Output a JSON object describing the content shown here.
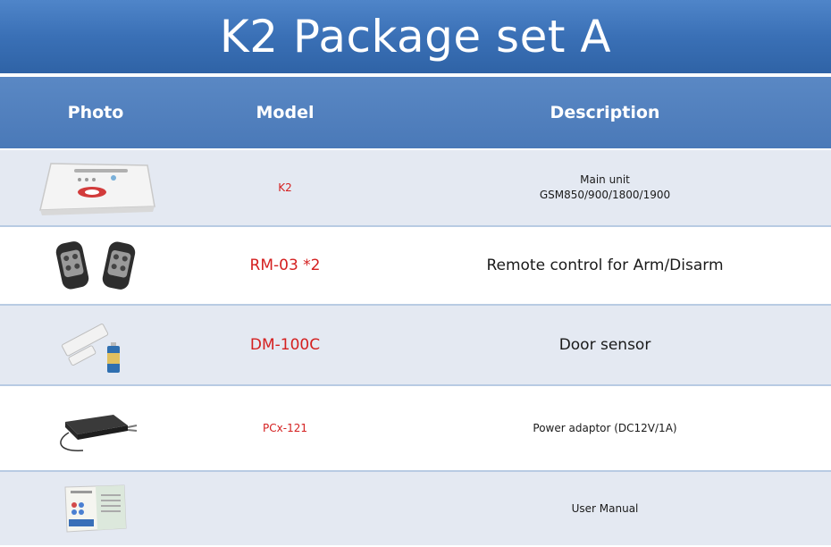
{
  "title": "K2 Package set A",
  "headers": {
    "photo": "Photo",
    "model": "Model",
    "description": "Description"
  },
  "rows": [
    {
      "model": "K2",
      "description": [
        "Main unit",
        "GSM850/900/1800/1900"
      ],
      "photo_icon": "main-unit-icon"
    },
    {
      "model": "RM-03 *2",
      "description": [
        "Remote control for Arm/Disarm"
      ],
      "photo_icon": "remote-control-icon"
    },
    {
      "model": "DM-100C",
      "description": [
        "Door sensor"
      ],
      "photo_icon": "door-sensor-icon"
    },
    {
      "model": "PCx-121",
      "description": [
        "Power adaptor (DC12V/1A)"
      ],
      "photo_icon": "power-adaptor-icon"
    },
    {
      "model": "",
      "description": [
        "User Manual"
      ],
      "photo_icon": "user-manual-icon"
    }
  ],
  "colors": {
    "banner": "#3a70b6",
    "header": "#4f80bd",
    "shaded_row": "#e4e9f2",
    "model_text": "#d42020"
  }
}
